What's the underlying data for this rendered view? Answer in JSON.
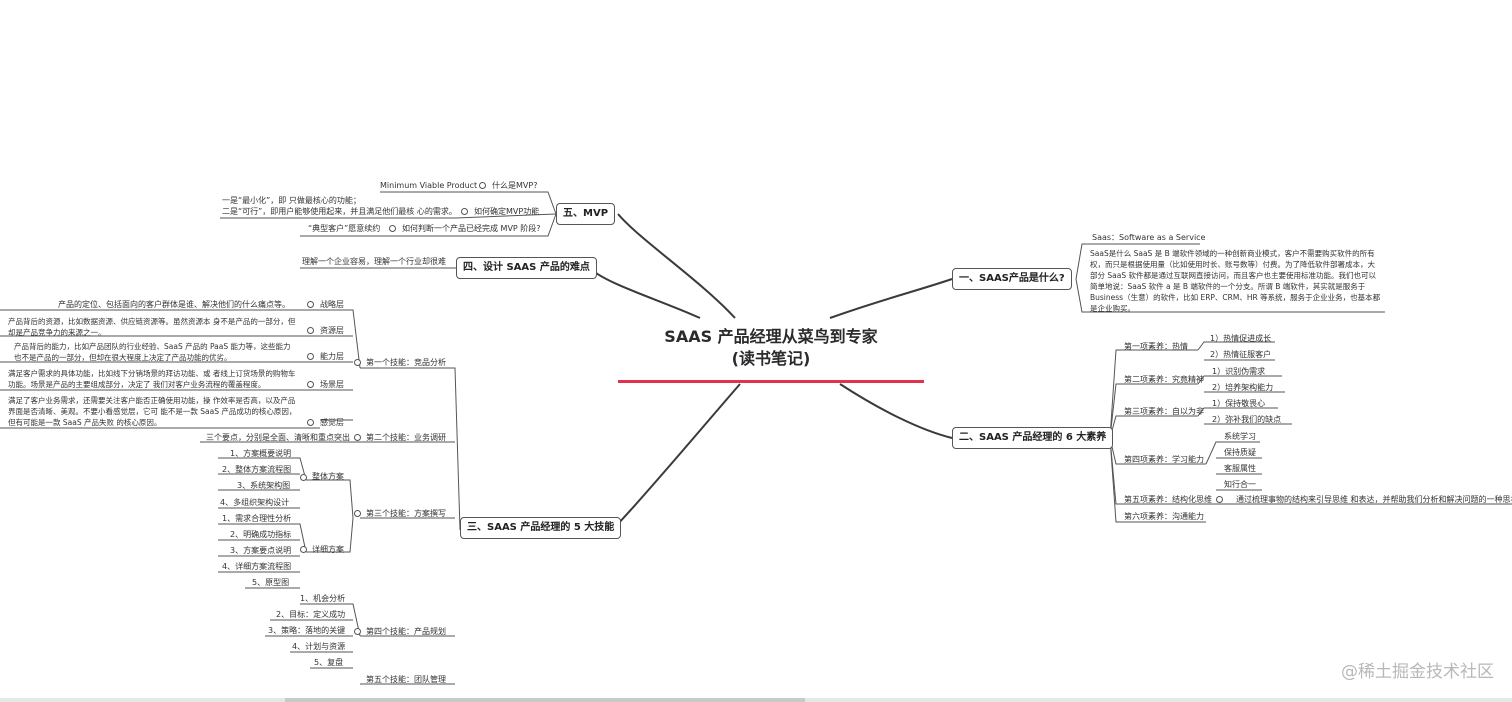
{
  "root": {
    "line1": "SAAS 产品经理从菜鸟到专家",
    "line2": "(读书笔记)"
  },
  "b1": {
    "title": "一、SAAS产品是什么?",
    "def": "Saas：Software as a Service",
    "desc": "SaaS是什么 SaaS 是 B 端软件领域的一种创新商业模式，客户不需要购买软件的所有权，而只是根据使用量（比如使用时长、账号数等）付费。为了降低软件部署成本，大部分 SaaS 软件都是通过互联网直接访问，而且客户也主要使用标准功能。我们也可以简单地说：SaaS 软件 a 是 B 端软件的一个分支。所谓 B 端软件，其实就是服务于 Business（生意）的软件，比如 ERP、CRM、HR 等系统，服务于企业业务，也基本都是企业购买。"
  },
  "b2": {
    "title": "二、SAAS 产品经理的 6 大素养",
    "q1": "第一项素养：热情",
    "q1a": "1）热情促进成长",
    "q1b": "2）热情征服客户",
    "q2": "第二项素养：究竟精神",
    "q2a": "1）识别伪需求",
    "q2b": "2）培养架构能力",
    "q3": "第三项素养：自以为非",
    "q3a": "1）保持敬畏心",
    "q3b": "2）弥补我们的缺点",
    "q4": "第四项素养：学习能力",
    "q4a": "系统学习",
    "q4b": "保持质疑",
    "q4c": "客服属性",
    "q4d": "知行合一",
    "q5": "第五项素养：结构化思维",
    "q5a": "通过梳理事物的结构来引导思维 和表达，并帮助我们分析和解决问题的一种思考方",
    "q6": "第六项素养：沟通能力"
  },
  "b3": {
    "title": "三、SAAS 产品经理的 5 大技能",
    "s1": "第一个技能：竞品分析",
    "s1a": "战略层",
    "s1a_t": "产品的定位、包括面向的客户群体是谁、解决他们的什么痛点等。",
    "s1b": "资源层",
    "s1b_t": "产品背后的资源，比如数据资源、供应链资源等。虽然资源本 身不是产品的一部分，但却是产品竞争力的来源之一。",
    "s1c": "能力层",
    "s1c_t": "产品背后的能力，比如产品团队的行业经验、SaaS 产品的 PaaS 能力等，这些能力也不是产品的一部分，但却在很大程度上决定了产品功能的优劣。",
    "s1d": "场景层",
    "s1d_t": "满足客户需求的具体功能，比如线下分销场景的拜访功能、或 者线上订货场景的购物车功能。场景是产品的主要组成部分，决定了 我们对客户业务流程的覆盖程度。",
    "s1e": "感觉层",
    "s1e_t": "满足了客户业务需求，还需要关注客户能否正确使用功能，操 作效率是否高，以及产品界面是否清晰、美观。不要小看感觉层，它可 能不是一款 SaaS 产品成功的核心原因，但有可能是一款 SaaS 产品失败 的核心原因。",
    "s2": "第二个技能：业务调研",
    "s2a": "三个要点，分别是全面、清晰和重点突出",
    "s3": "第三个技能：方案撰写",
    "s3g1": "整体方案",
    "s3g1a": "1、方案概要说明",
    "s3g1b": "2、整体方案流程图",
    "s3g1c": "3、系统架构图",
    "s3g1d": "4、多组织架构设计",
    "s3g2": "详细方案",
    "s3g2a": "1、需求合理性分析",
    "s3g2b": "2、明确成功指标",
    "s3g2c": "3、方案要点说明",
    "s3g2d": "4、详细方案流程图",
    "s3g2e": "5、原型图",
    "s4": "第四个技能：产品规划",
    "s4a": "1、机会分析",
    "s4b": "2、目标：定义成功",
    "s4c": "3、策略：落地的关键",
    "s4d": "4、计划与资源",
    "s4e": "5、复盘",
    "s5": "第五个技能：团队管理"
  },
  "b4": {
    "title": "四、设计 SAAS 产品的难点",
    "a": "理解一个企业容易，理解一个行业却很难"
  },
  "b5": {
    "title": "五、MVP",
    "q1": "什么是MVP?",
    "q1a": "Minimum Viable Product",
    "q2": "如何确定MVP功能",
    "q2a1": "一是“最小化”，即 只做最核心的功能；",
    "q2a2": "二是“可行”，即用户能够使用起来，并且满足他们最核 心的需求。",
    "q3": "如何判断一个产品已经完成 MVP 阶段?",
    "q3a": "“典型客户”愿意续约"
  },
  "watermark": "@稀土掘金技术社区"
}
